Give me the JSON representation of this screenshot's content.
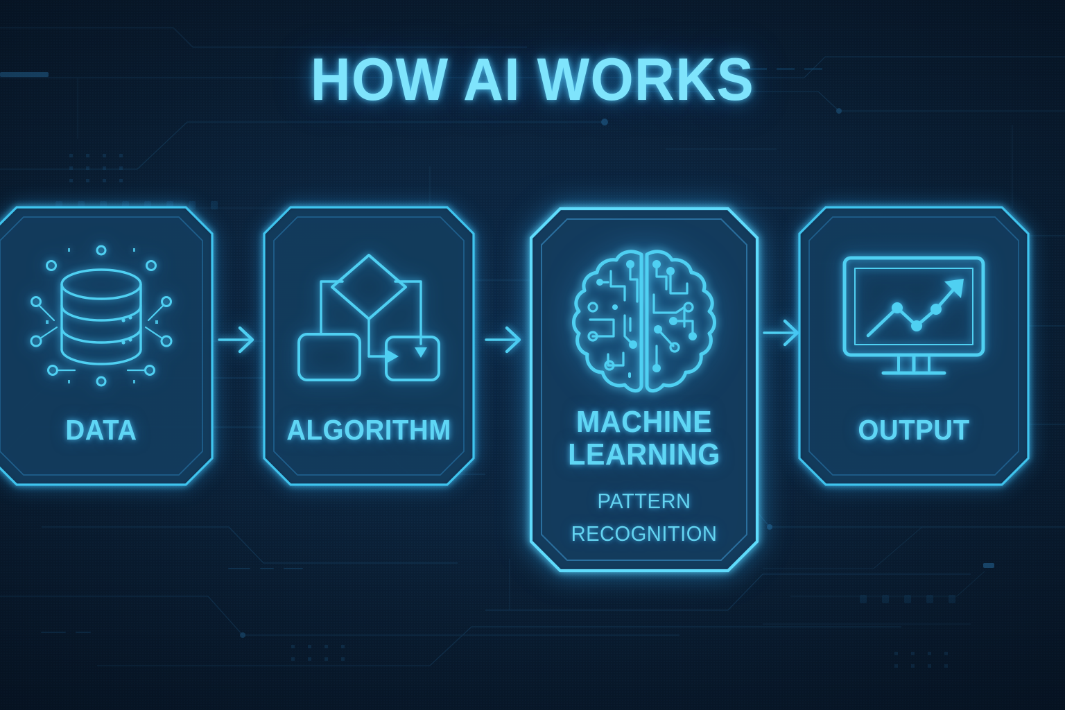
{
  "title": "HOW AI WORKS",
  "theme": {
    "background": "#0a1f35",
    "card_fill": "#0d2845",
    "accent_cyan": "#5fd6f5",
    "accent_bright": "#7fe4fc",
    "frame_dim": "#1d4f75"
  },
  "flow": {
    "arrow_icon": "arrow-right-icon",
    "steps": [
      {
        "id": "data",
        "title": "DATA",
        "subtitle": "",
        "icon": "database-icon",
        "featured": false
      },
      {
        "id": "algorithm",
        "title": "ALGORITHM",
        "subtitle": "",
        "icon": "flowchart-icon",
        "featured": false
      },
      {
        "id": "machine-learning",
        "title_line1": "MACHINE",
        "title_line2": "LEARNING",
        "subtitle_line1": "PATTERN",
        "subtitle_line2": "RECOGNITION",
        "icon": "circuit-brain-icon",
        "featured": true
      },
      {
        "id": "output",
        "title": "OUTPUT",
        "subtitle": "",
        "icon": "monitor-chart-icon",
        "featured": false
      }
    ]
  }
}
